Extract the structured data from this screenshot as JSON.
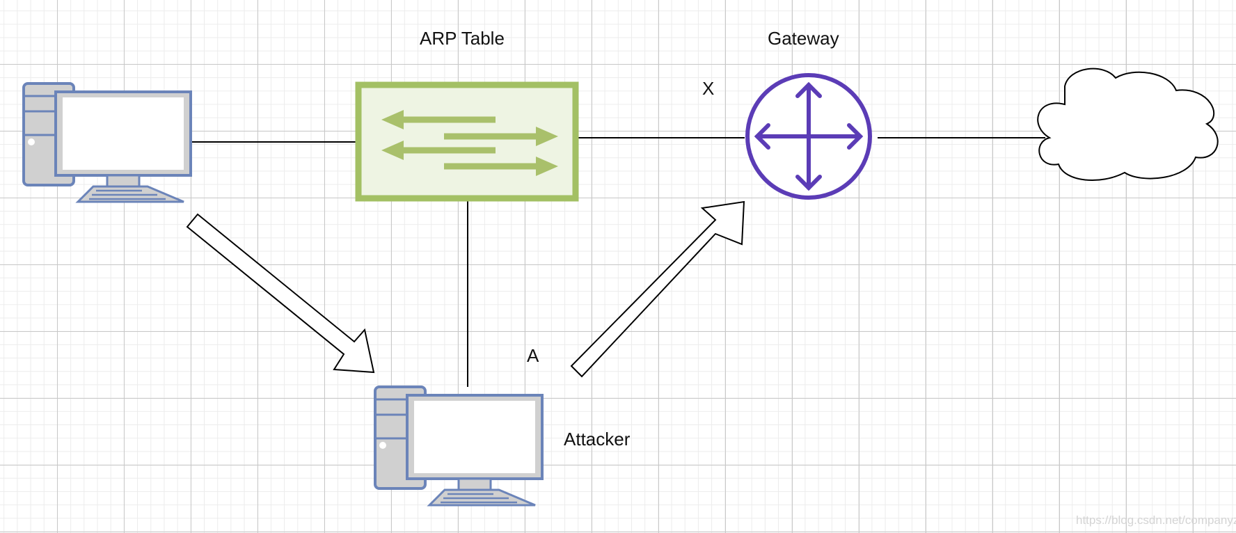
{
  "labels": {
    "arp_table": "ARP Table",
    "gateway": "Gateway",
    "attacker": "Attacker",
    "x_mark": "X",
    "a_mark": "A"
  },
  "watermark": "https://blog.csdn.net/companyzh",
  "colors": {
    "switch_border": "#a3c064",
    "switch_fill": "#eef4e3",
    "switch_arrows": "#a9c06b",
    "router": "#5b3cb6",
    "computer_outline": "#6b84b9",
    "computer_body": "#d0d0d0"
  },
  "icons": [
    "computer-icon",
    "switch-icon",
    "router-icon",
    "cloud-icon"
  ]
}
